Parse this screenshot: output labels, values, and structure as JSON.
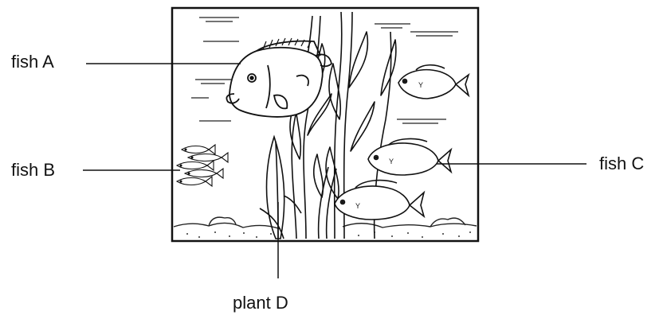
{
  "labels": {
    "fish_a": "fish A",
    "fish_b": "fish B",
    "fish_c": "fish C",
    "plant_d": "plant D"
  },
  "colors": {
    "ink": "#111111",
    "background": "#ffffff"
  }
}
